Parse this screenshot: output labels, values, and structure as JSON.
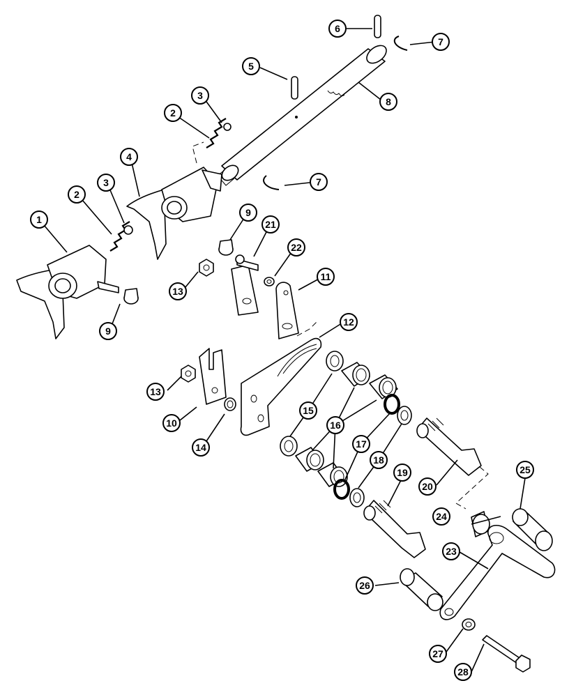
{
  "colors": {
    "ink": "#000000",
    "background": "#ffffff"
  },
  "callouts": [
    {
      "id": "c1a",
      "label": "1"
    },
    {
      "id": "c2a",
      "label": "2"
    },
    {
      "id": "c2b",
      "label": "2"
    },
    {
      "id": "c3a",
      "label": "3"
    },
    {
      "id": "c3b",
      "label": "3"
    },
    {
      "id": "c4",
      "label": "4"
    },
    {
      "id": "c5",
      "label": "5"
    },
    {
      "id": "c6",
      "label": "6"
    },
    {
      "id": "c7a",
      "label": "7"
    },
    {
      "id": "c7b",
      "label": "7"
    },
    {
      "id": "c8",
      "label": "8"
    },
    {
      "id": "c9a",
      "label": "9"
    },
    {
      "id": "c9b",
      "label": "9"
    },
    {
      "id": "c10",
      "label": "10"
    },
    {
      "id": "c11",
      "label": "11"
    },
    {
      "id": "c12",
      "label": "12"
    },
    {
      "id": "c13a",
      "label": "13"
    },
    {
      "id": "c13b",
      "label": "13"
    },
    {
      "id": "c14",
      "label": "14"
    },
    {
      "id": "c15",
      "label": "15"
    },
    {
      "id": "c16",
      "label": "16"
    },
    {
      "id": "c17",
      "label": "17"
    },
    {
      "id": "c18",
      "label": "18"
    },
    {
      "id": "c19",
      "label": "19"
    },
    {
      "id": "c20",
      "label": "20"
    },
    {
      "id": "c21",
      "label": "21"
    },
    {
      "id": "c22",
      "label": "22"
    },
    {
      "id": "c23",
      "label": "23"
    },
    {
      "id": "c24",
      "label": "24"
    },
    {
      "id": "c25",
      "label": "25"
    },
    {
      "id": "c26",
      "label": "26"
    },
    {
      "id": "c27",
      "label": "27"
    },
    {
      "id": "c28",
      "label": "28"
    }
  ]
}
